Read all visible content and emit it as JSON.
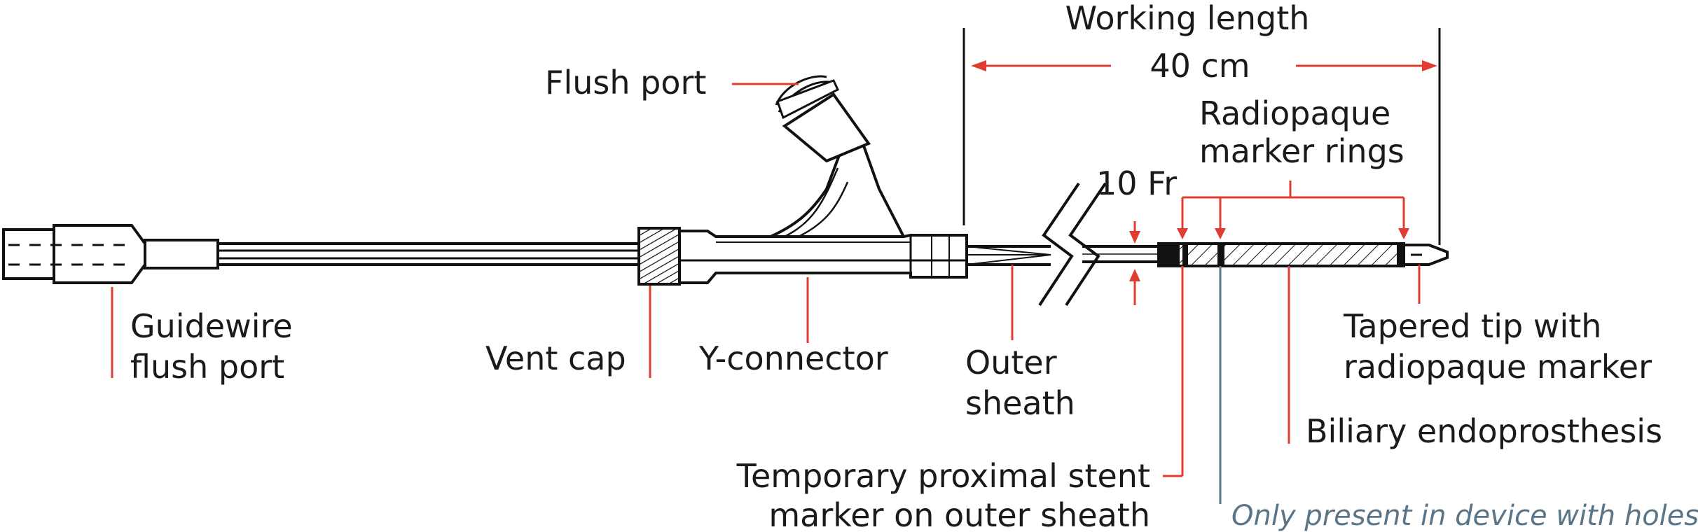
{
  "labels": {
    "working_length": "Working length",
    "length_value": "40 cm",
    "radiopaque_1": "Radiopaque",
    "radiopaque_2": "marker rings",
    "flush_port": "Flush port",
    "french_size": "10 Fr",
    "guidewire_1": "Guidewire",
    "guidewire_2": "flush port",
    "vent_cap": "Vent cap",
    "y_connector": "Y-connector",
    "outer_1": "Outer",
    "outer_2": "sheath",
    "tapered_1": "Tapered tip with",
    "tapered_2": "radiopaque marker",
    "biliary": "Biliary endoprosthesis",
    "temp_1": "Temporary proximal stent",
    "temp_2": "marker on outer sheath",
    "holes_note": "Only present in device with holes"
  },
  "colors": {
    "leader": "#e03c31",
    "ink": "#111111",
    "note": "#5a7588"
  }
}
